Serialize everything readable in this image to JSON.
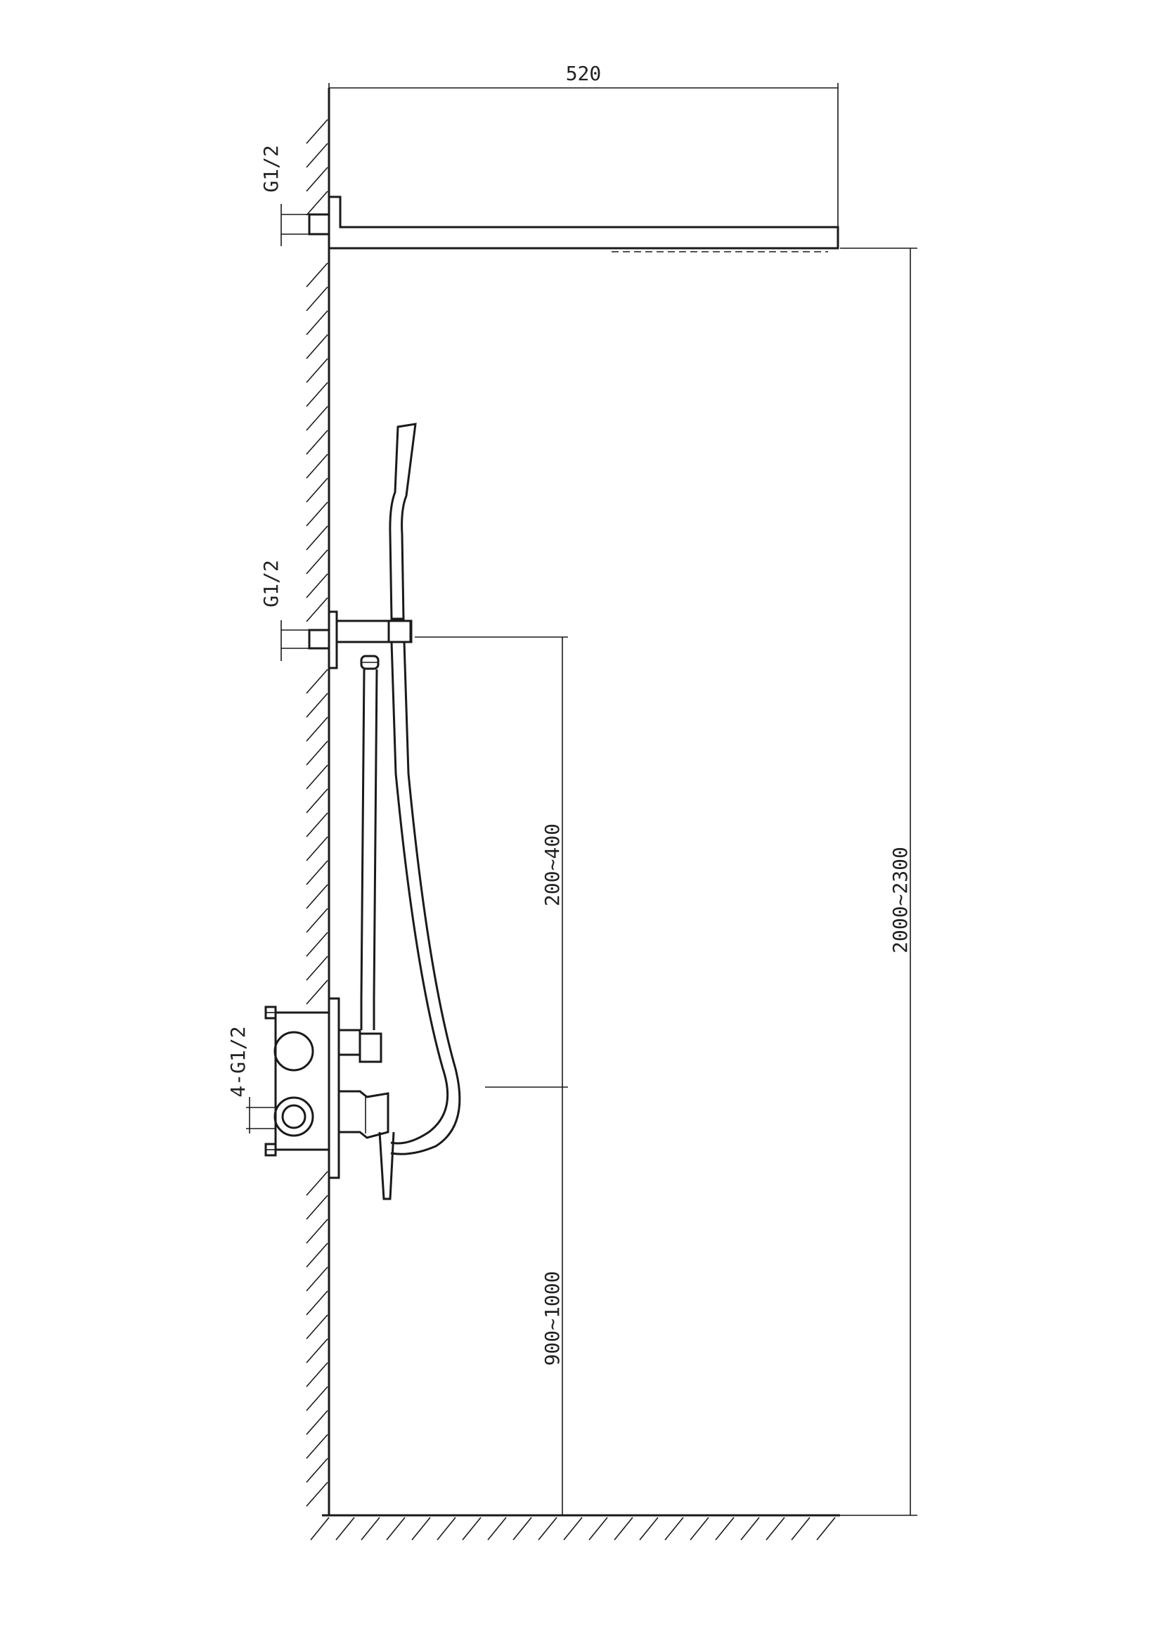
{
  "dimensions": {
    "width": "520",
    "overall_height": "2000~2300",
    "handshower_height": "200~400",
    "mixer_height": "900~1000"
  },
  "connections": {
    "top_inlet": "G1/2",
    "middle_inlet": "G1/2",
    "valve_inlets": "4-G1/2"
  }
}
